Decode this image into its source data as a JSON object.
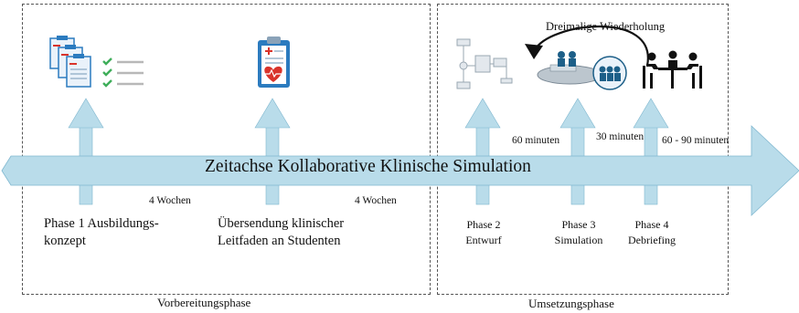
{
  "timeline": {
    "title": "Zeitachse Kollaborative Klinische Simulation"
  },
  "sections": {
    "preparation": "Vorbereitungsphase",
    "implementation": "Umsetzungsphase"
  },
  "phases": {
    "phase1": {
      "line1": "Phase 1 Ausbildungs-",
      "line2": "konzept"
    },
    "guide": {
      "line1": "Übersendung klinischer",
      "line2": "Leitfaden an Studenten"
    },
    "phase2": {
      "line1": "Phase 2",
      "line2": "Entwurf"
    },
    "phase3": {
      "line1": "Phase 3",
      "line2": "Simulation"
    },
    "phase4": {
      "line1": "Phase 4",
      "line2": "Debriefing"
    }
  },
  "durations": {
    "weeks_a": "4 Wochen",
    "weeks_b": "4 Wochen",
    "min_a": "60 minuten",
    "min_b": "30 minuten",
    "min_c": "60 - 90 minuten"
  },
  "repetition_label": "Dreimalige Wiederholung",
  "colors": {
    "arrow_fill": "#b9dcea",
    "arrow_stroke": "#7fb7cf",
    "check": "#3fae5a",
    "clip": "#2b7bbf",
    "red": "#d9342b"
  },
  "icons": [
    "documents-checklist-icon",
    "clipboard-medical-icon",
    "floor-plan-icon",
    "simulation-team-icon",
    "meeting-table-icon"
  ]
}
